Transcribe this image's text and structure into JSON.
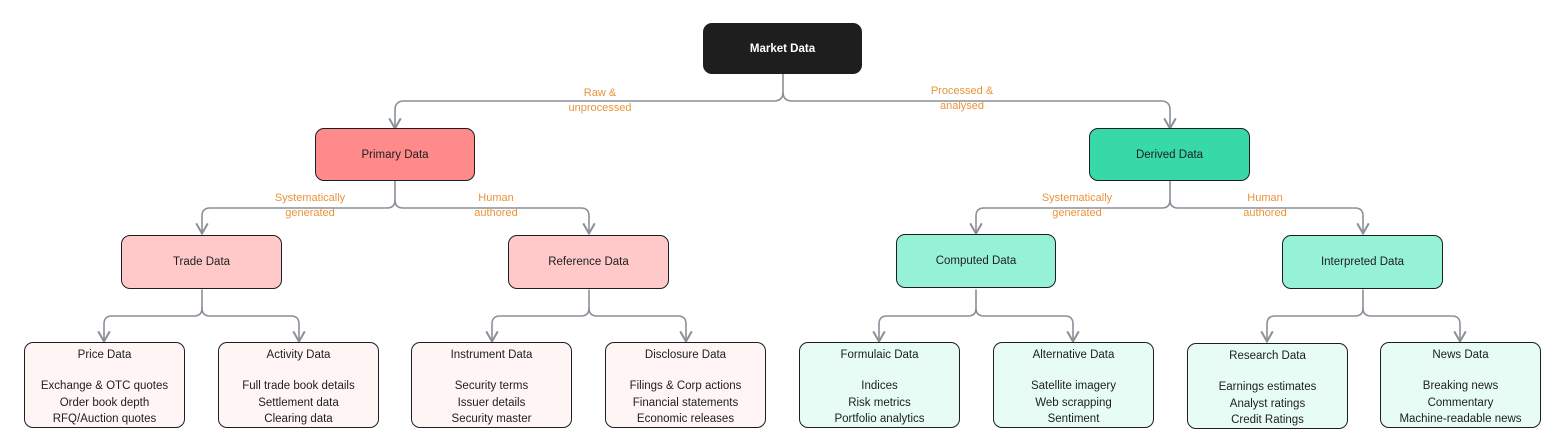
{
  "colors": {
    "root_fill": "#1e1e1e",
    "primary_fill": "#ff8a8a",
    "primary_child_fill": "#ffc9c9",
    "primary_leaf_fill": "#fff5f5",
    "derived_fill": "#38d9a9",
    "derived_child_fill": "#96f2d7",
    "derived_leaf_fill": "#e6fcf5",
    "edge_label": "#e8943a",
    "connector": "#8a9097"
  },
  "root": {
    "label": "Market Data"
  },
  "edge_labels": {
    "raw": [
      "Raw &",
      "unprocessed"
    ],
    "processed": [
      "Processed &",
      "analysed"
    ],
    "primary_systematic": [
      "Systematically",
      "generated"
    ],
    "primary_human": [
      "Human",
      "authored"
    ],
    "derived_systematic": [
      "Systematically",
      "generated"
    ],
    "derived_human": [
      "Human",
      "authored"
    ]
  },
  "primary": {
    "label": "Primary Data",
    "trade": {
      "label": "Trade Data",
      "leaves": [
        {
          "title": "Price Data",
          "items": [
            "Exchange & OTC quotes",
            "Order book depth",
            "RFQ/Auction quotes"
          ]
        },
        {
          "title": "Activity Data",
          "items": [
            "Full trade book details",
            "Settlement data",
            "Clearing data"
          ]
        }
      ]
    },
    "reference": {
      "label": "Reference Data",
      "leaves": [
        {
          "title": "Instrument Data",
          "items": [
            "Security terms",
            "Issuer details",
            "Security master"
          ]
        },
        {
          "title": "Disclosure Data",
          "items": [
            "Filings & Corp actions",
            "Financial statements",
            "Economic releases"
          ]
        }
      ]
    }
  },
  "derived": {
    "label": "Derived Data",
    "computed": {
      "label": "Computed Data",
      "leaves": [
        {
          "title": "Formulaic Data",
          "items": [
            "Indices",
            "Risk metrics",
            "Portfolio analytics"
          ]
        },
        {
          "title": "Alternative Data",
          "items": [
            "Satellite imagery",
            "Web scrapping",
            "Sentiment"
          ]
        }
      ]
    },
    "interpreted": {
      "label": "Interpreted Data",
      "leaves": [
        {
          "title": "Research Data",
          "items": [
            "Earnings estimates",
            "Analyst ratings",
            "Credit Ratings"
          ]
        },
        {
          "title": "News Data",
          "items": [
            "Breaking news",
            "Commentary",
            "Machine-readable news"
          ]
        }
      ]
    }
  }
}
